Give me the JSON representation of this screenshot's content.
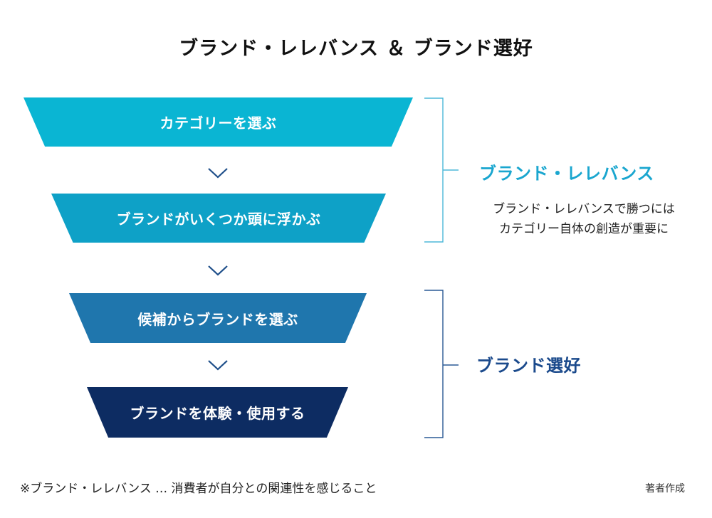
{
  "title": "ブランド・レレバンス ＆ ブランド選好",
  "steps": [
    {
      "label": "カテゴリーを選ぶ",
      "color": "#0ab5d3"
    },
    {
      "label": "ブランドがいくつか頭に浮かぶ",
      "color": "#0ea1c7"
    },
    {
      "label": "候補からブランドを選ぶ",
      "color": "#1f76ad"
    },
    {
      "label": "ブランドを体験・使用する",
      "color": "#0d2c62"
    }
  ],
  "groups": [
    {
      "label": "ブランド・レレバンス",
      "color": "#1aa6cf",
      "description": [
        "ブランド・レレバンスで勝つには",
        "カテゴリー自体の創造が重要に"
      ]
    },
    {
      "label": "ブランド選好",
      "color": "#1b4a8c"
    }
  ],
  "icons": {
    "arrow": "chevron-down-icon",
    "bracket": "bracket-icon"
  },
  "footnote": "※ブランド・レレバンス … 消費者が自分との関連性を感じること",
  "credit": "著者作成"
}
